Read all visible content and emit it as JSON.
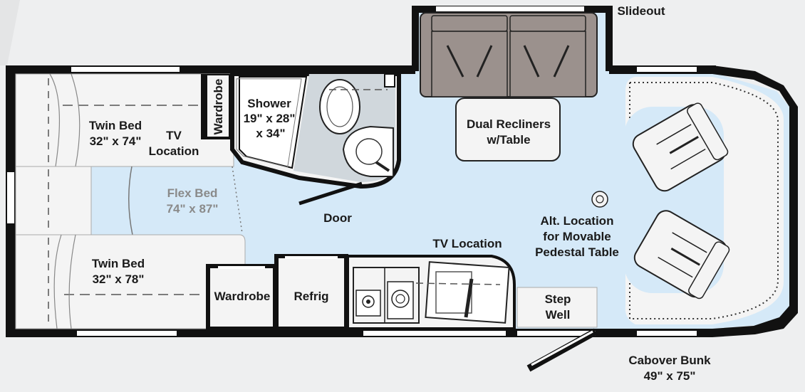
{
  "labels": {
    "slideout": "Slideout",
    "twin_bed_top": "Twin Bed",
    "twin_bed_top_size": "32\" x 74\"",
    "wardrobe_vertical": "Wardrobe",
    "tv_location_left_1": "TV",
    "tv_location_left_2": "Location",
    "shower_1": "Shower",
    "shower_2": "19\" x 28\"",
    "shower_3": "x 34\"",
    "dual_recliners_1": "Dual Recliners",
    "dual_recliners_2": "w/Table",
    "flex_bed": "Flex Bed",
    "flex_bed_size": "74\" x 87\"",
    "door": "Door",
    "alt_location_1": "Alt. Location",
    "alt_location_2": "for Movable",
    "alt_location_3": "Pedestal Table",
    "tv_location_galley": "TV Location",
    "twin_bed_bottom": "Twin Bed",
    "twin_bed_bottom_size": "32\" x 78\"",
    "wardrobe_bottom": "Wardrobe",
    "refrig": "Refrig",
    "step_well_1": "Step",
    "step_well_2": "Well",
    "cabover_bunk": "Cabover Bunk",
    "cabover_bunk_size": "49\" x 75\""
  },
  "colors": {
    "background": "#eeeff0",
    "floor": "#d5e9f8",
    "furniture": "#f4f4f4",
    "wall": "#111111",
    "recliner": "#9b918d",
    "shower": "#d0d7dc",
    "window": "#ffffff"
  }
}
